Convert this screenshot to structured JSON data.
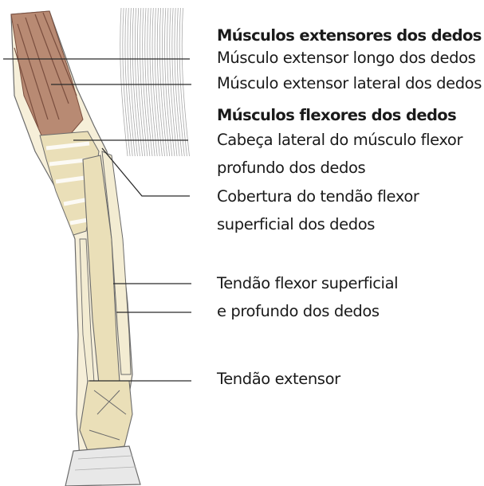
{
  "diagram": {
    "labels": [
      {
        "id": "extensor-group",
        "text": "Músculos extensores dos dedos",
        "heading": true
      },
      {
        "id": "long-extensor",
        "text": "Músculo extensor longo dos dedos"
      },
      {
        "id": "lateral-extensor",
        "text": "Músculo extensor lateral dos dedos"
      },
      {
        "id": "flexor-group",
        "text": "Músculos flexores dos dedos",
        "heading": true
      },
      {
        "id": "deep-flexor-lateral-head",
        "lines": [
          "Cabeça lateral do músculo flexor",
          "profundo dos dedos"
        ]
      },
      {
        "id": "superficial-flexor-sheath",
        "lines": [
          "Cobertura do tendão flexor",
          "superficial dos dedos"
        ]
      },
      {
        "id": "flexor-tendons",
        "lines": [
          "Tendão flexor superficial",
          "e profundo dos dedos"
        ]
      },
      {
        "id": "extensor-tendon",
        "text": "Tendão extensor"
      }
    ]
  },
  "colors": {
    "text": "#1a1a1a",
    "leader_line": "#2a2a2a",
    "bone": "#eadfb8",
    "tendon": "#f3ecd2",
    "muscle": "#b88a73",
    "muscle_dark": "#7a4e3e",
    "outline": "#6b6b6b",
    "hatch": "#a8a8a8"
  }
}
